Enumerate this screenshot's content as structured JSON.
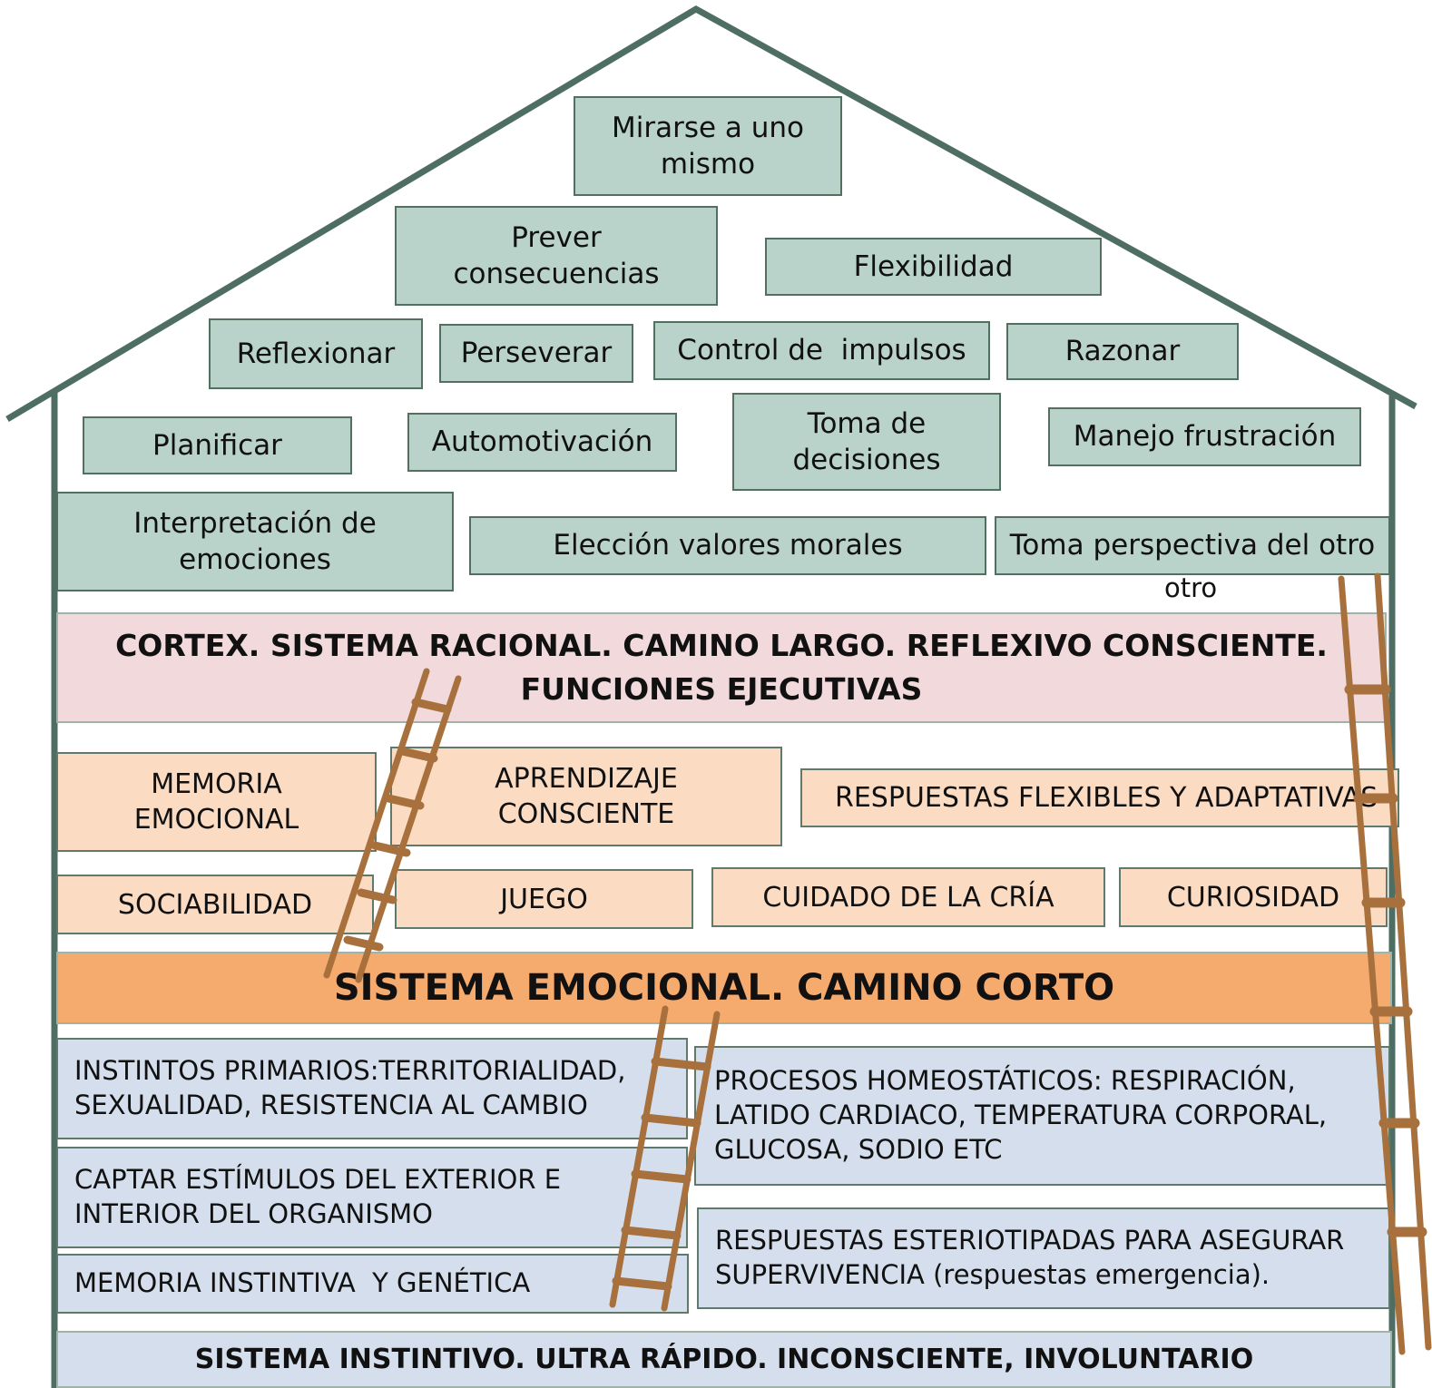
{
  "executive_functions": {
    "mirarse": "Mirarse a uno mismo",
    "prever": "Prever consecuencias",
    "flexibilidad": "Flexibilidad",
    "reflexionar": "Reflexionar",
    "perseverar": "Perseverar",
    "control_impulsos": "Control de  impulsos",
    "razonar": "Razonar",
    "planificar": "Planificar",
    "automotivacion": "Automotivación",
    "toma_decisiones": "Toma de decisiones",
    "manejo_frustracion": "Manejo frustración",
    "interpretacion_emociones": "Interpretación de emociones",
    "eleccion_valores": "Elección valores morales",
    "toma_perspectiva": "Toma perspectiva del otro",
    "toma_perspectiva_extra": "otro"
  },
  "cortex_band": {
    "line1": "CORTEX. SISTEMA RACIONAL. CAMINO LARGO. REFLEXIVO CONSCIENTE.",
    "line2": "FUNCIONES EJECUTIVAS"
  },
  "emotional_items": {
    "memoria_emocional": "MEMORIA EMOCIONAL",
    "aprendizaje_consciente": "APRENDIZAJE CONSCIENTE",
    "respuestas_flexibles": "RESPUESTAS FLEXIBLES Y ADAPTATIVAS",
    "sociabilidad": "SOCIABILIDAD",
    "juego": "JUEGO",
    "cuidado_cria": "CUIDADO DE LA CRÍA",
    "curiosidad": "CURIOSIDAD"
  },
  "emotional_band": "SISTEMA EMOCIONAL. CAMINO CORTO",
  "instinctive_items": {
    "instintos": "INSTINTOS PRIMARIOS:TERRITORIALIDAD, SEXUALIDAD, RESISTENCIA AL CAMBIO",
    "procesos": "PROCESOS HOMEOSTÁTICOS: RESPIRACIÓN, LATIDO CARDIACO, TEMPERATURA CORPORAL, GLUCOSA, SODIO ETC",
    "captar": "CAPTAR ESTÍMULOS DEL EXTERIOR E INTERIOR DEL ORGANISMO",
    "respuestas_esteriotipadas": "RESPUESTAS ESTERIOTIPADAS PARA ASEGURAR SUPERVIVENCIA (respuestas emergencia).",
    "memoria_instintiva": "MEMORIA INSTINTIVA  Y GENÉTICA"
  },
  "instinctive_band": "SISTEMA INSTINTIVO. ULTRA RÁPIDO. INCONSCIENTE, INVOLUNTARIO",
  "colors": {
    "roof_and_walls": "#4f6e63",
    "executive_box": "#b9d3cb",
    "cortex_band": "#f2dadc",
    "emotional_box": "#fbdcc3",
    "emotional_band": "#f5aa6e",
    "instinctive_box": "#d4deec",
    "ladder_wood": "#a8703c"
  }
}
